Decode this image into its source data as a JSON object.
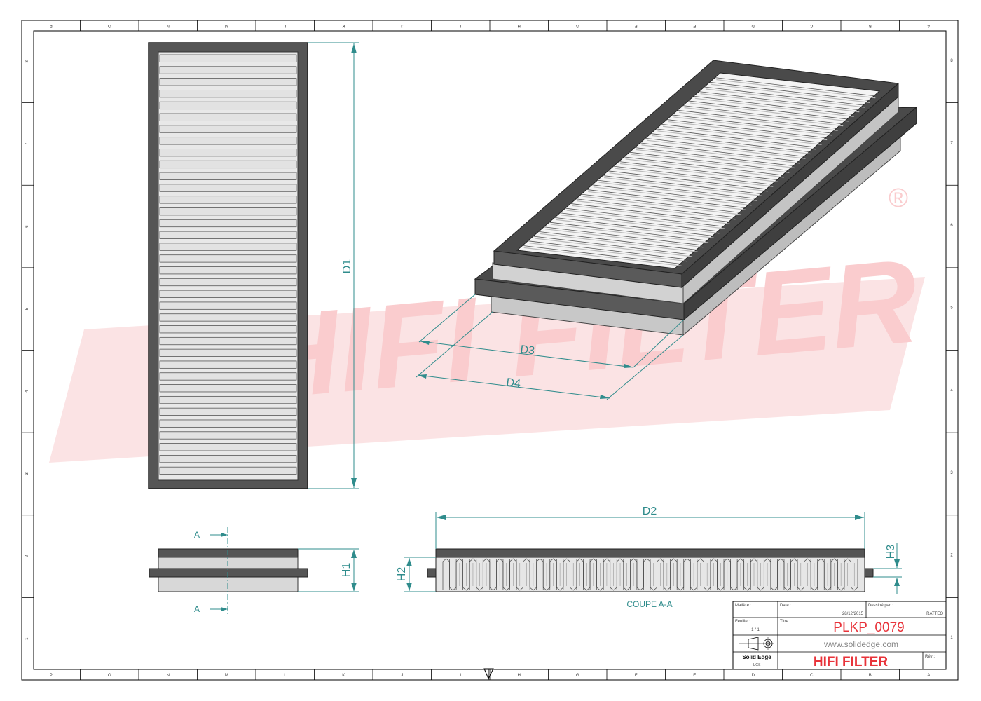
{
  "grid": {
    "top_cols": [
      "P",
      "O",
      "N",
      "M",
      "L",
      "K",
      "J",
      "I",
      "H",
      "G",
      "F",
      "E",
      "D",
      "C",
      "B",
      "A"
    ],
    "bottom_cols": [
      "P",
      "O",
      "N",
      "M",
      "L",
      "K",
      "J",
      "I",
      "H",
      "G",
      "F",
      "E",
      "D",
      "C",
      "B",
      "A"
    ],
    "rows": [
      "8",
      "7",
      "6",
      "5",
      "4",
      "3",
      "2",
      "1"
    ]
  },
  "watermark": {
    "text": "HIFI FILTER",
    "registered": "®",
    "color": "#e8333a"
  },
  "views": {
    "section_marker": "A",
    "section_caption": "COUPE A-A"
  },
  "dimensions": {
    "d1": "D1",
    "d2": "D2",
    "d3": "D3",
    "d4": "D4",
    "h1": "H1",
    "h2": "H2",
    "h3": "H3"
  },
  "title_block": {
    "matiere_label": "Matière :",
    "matiere_value": "",
    "date_label": "Date :",
    "date_value": "28/12/2015",
    "dessine_label": "Dessiné par :",
    "dessine_value": "RATTEO",
    "feuille_label": "Feuille :",
    "feuille_value": "1 / 1",
    "titre_label": "Titre :",
    "titre_value": "PLKP_0079",
    "website": "www.solidedge.com",
    "software": "Solid Edge",
    "software_sub": "UGS",
    "brand": "HIFI FILTER",
    "rev_label": "Rév :",
    "title_color": "#e8333a"
  }
}
